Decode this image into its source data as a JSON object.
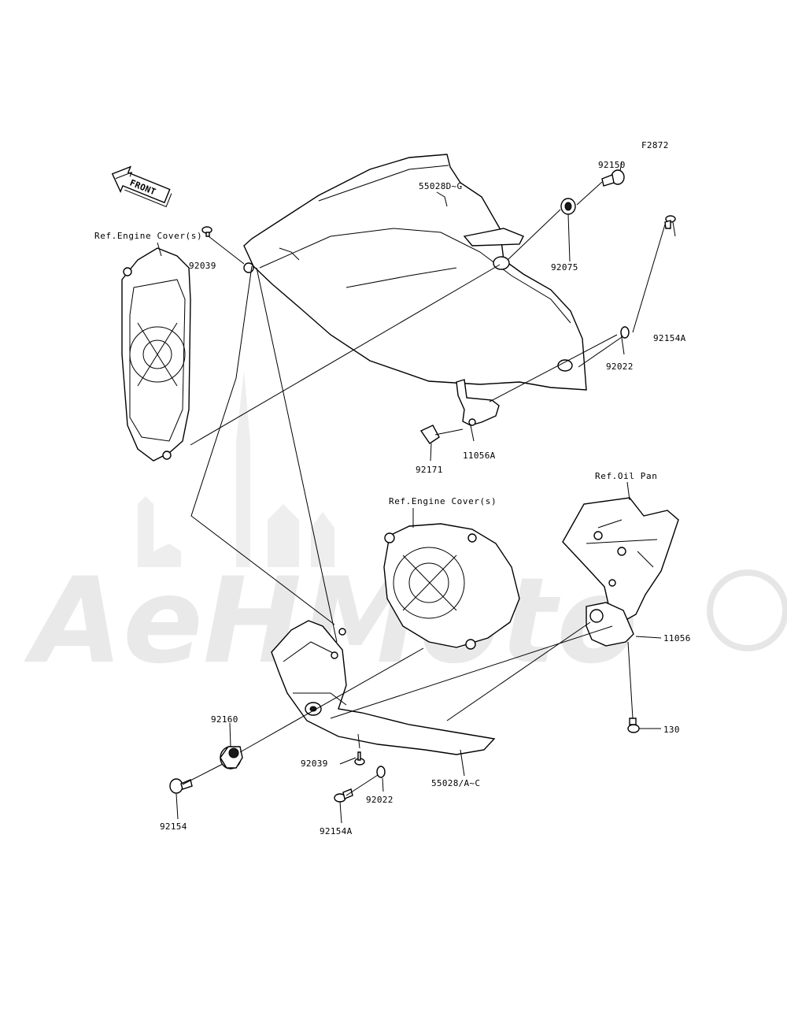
{
  "figure_code": "F2872",
  "front_label": "FRONT",
  "watermark_text": "AeHMoto",
  "labels": {
    "p92150": "92150",
    "p55028DG": "55028D~G",
    "p92075": "92075",
    "p92039_top": "92039",
    "p92154A_top": "92154A",
    "p92022_top": "92022",
    "p11056A": "11056A",
    "p92171": "92171",
    "p11056": "11056",
    "p130": "130",
    "p92160": "92160",
    "p92039_bottom": "92039",
    "p55028AC": "55028/A~C",
    "p92022_bottom": "92022",
    "p92154": "92154",
    "p92154A_bottom": "92154A"
  },
  "references": {
    "engine_cover_left": "Ref.Engine Cover(s)",
    "engine_cover_center": "Ref.Engine Cover(s)",
    "oil_pan": "Ref.Oil Pan"
  },
  "colors": {
    "line": "#000000",
    "watermark": "#e9e9e9",
    "background": "#ffffff"
  }
}
